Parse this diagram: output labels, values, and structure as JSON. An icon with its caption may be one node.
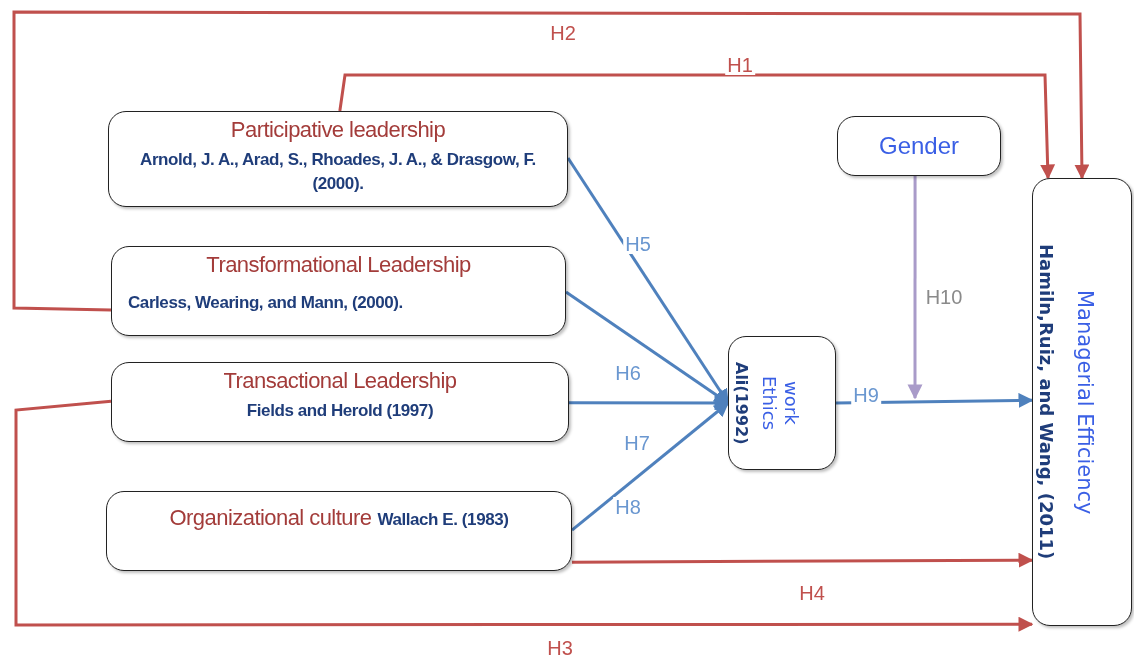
{
  "diagram": {
    "nodes": [
      {
        "text": [
          "Participative leadership",
          "Arnold, J. A., Arad, S., Rhoades, J. A., & Drasgow, F. (2000)."
        ]
      },
      {
        "text": [
          "Transformational Leadership",
          "Carless, Wearing, and Mann, (2000)."
        ]
      },
      {
        "text": [
          "Transactional Leadership",
          "Fields and Herold (1997)"
        ]
      },
      {
        "text": [
          "Organizational culture",
          "Wallach E. (1983)"
        ]
      },
      {
        "text": [
          "Gender"
        ]
      },
      {
        "text": [
          "work Ethics",
          "Ali(1992)"
        ]
      },
      {
        "text": [
          "Managerial Efficiency",
          "Hamiln,Ruiz, and Wang, (2011)"
        ]
      }
    ],
    "edges": [
      {
        "from": 0,
        "to": 6,
        "arrow": "to",
        "label": "H1",
        "color": "#c0504d"
      },
      {
        "from": 1,
        "to": 6,
        "arrow": "to",
        "label": "H2",
        "color": "#c0504d"
      },
      {
        "from": 2,
        "to": 6,
        "arrow": "to",
        "label": "H3",
        "color": "#c0504d"
      },
      {
        "from": 3,
        "to": 6,
        "arrow": "to",
        "label": "H4",
        "color": "#c0504d"
      },
      {
        "from": 0,
        "to": 5,
        "arrow": "to",
        "label": "H5"
      },
      {
        "from": 1,
        "to": 5,
        "arrow": "to",
        "label": "H6"
      },
      {
        "from": 2,
        "to": 5,
        "arrow": "to",
        "label": "H7"
      },
      {
        "from": 3,
        "to": 5,
        "arrow": "to",
        "label": "H8"
      },
      {
        "from": 5,
        "to": 6,
        "arrow": "to",
        "label": "H9"
      },
      {
        "from": 4,
        "to": null,
        "arrow": "to",
        "label": "H10",
        "color": "#a99bc9"
      }
    ]
  }
}
